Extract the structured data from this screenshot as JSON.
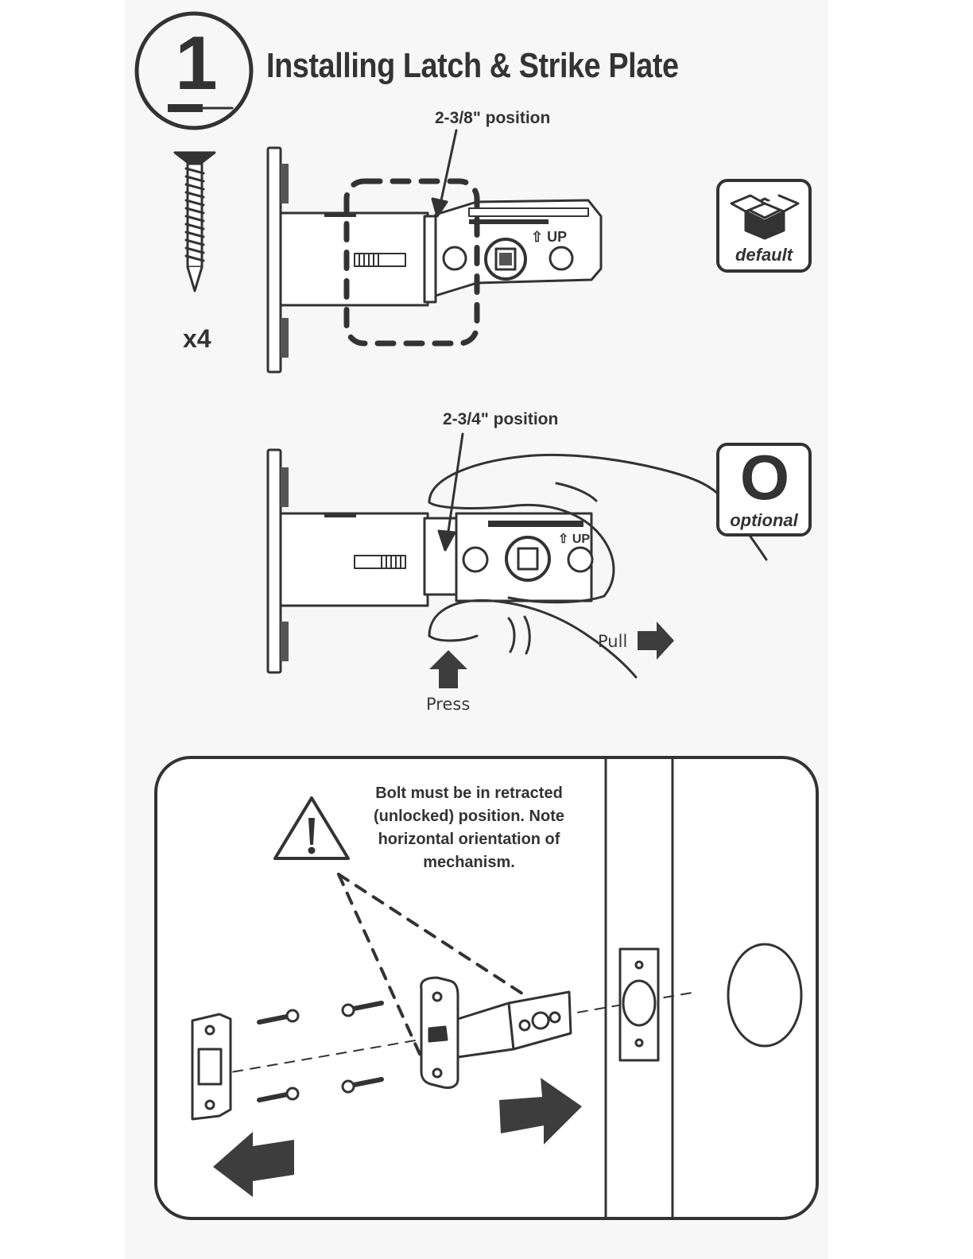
{
  "step": {
    "number": "1",
    "title": "Installing Latch & Strike Plate"
  },
  "hardware": {
    "screw_count": "x4"
  },
  "callouts": {
    "position_default": "2-3/8\" position",
    "position_optional": "2-3/4\" position",
    "up_label_1": "⇧ UP",
    "up_label_2": "⇧ UP"
  },
  "badges": {
    "default": {
      "label": "default",
      "icon": "box-icon"
    },
    "optional": {
      "letter": "O",
      "label": "optional"
    }
  },
  "actions": {
    "pull": "Pull",
    "press": "Press"
  },
  "warning": {
    "text": "Bolt must be in retracted (unlocked) position. Note horizontal orientation of mechanism."
  },
  "colors": {
    "ink": "#333333",
    "fill": "#3d3d3d",
    "paper": "#f7f7f7"
  }
}
